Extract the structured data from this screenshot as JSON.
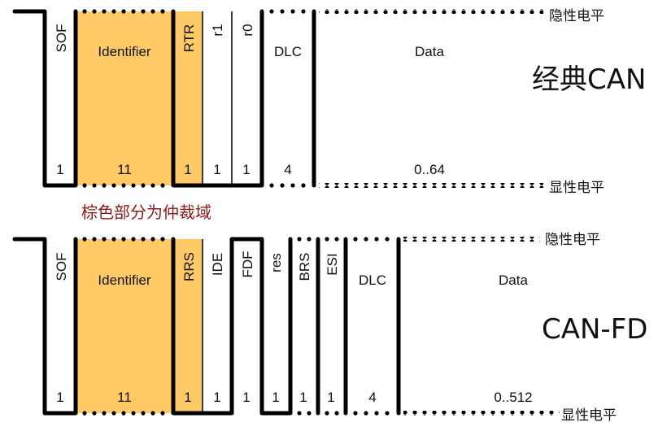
{
  "colors": {
    "arbitration_fill": "#FFC966",
    "line": "#000000",
    "note": "#8B1A1A"
  },
  "levels": {
    "recessive": "隐性电平",
    "dominant": "显性电平"
  },
  "note": "棕色部分为仲裁域",
  "classic_can": {
    "title": "经典CAN",
    "fields": [
      {
        "name": "SOF",
        "bits": "1",
        "vertical": true,
        "arbitration": false
      },
      {
        "name": "Identifier",
        "bits": "11",
        "vertical": false,
        "arbitration": true
      },
      {
        "name": "RTR",
        "bits": "1",
        "vertical": true,
        "arbitration": true
      },
      {
        "name": "r1",
        "bits": "1",
        "vertical": true,
        "arbitration": false
      },
      {
        "name": "r0",
        "bits": "1",
        "vertical": true,
        "arbitration": false
      },
      {
        "name": "DLC",
        "bits": "4",
        "vertical": false,
        "arbitration": false
      },
      {
        "name": "Data",
        "bits": "0..64",
        "vertical": false,
        "arbitration": false
      }
    ]
  },
  "can_fd": {
    "title": "CAN-FD",
    "fields": [
      {
        "name": "SOF",
        "bits": "1",
        "vertical": true,
        "arbitration": false
      },
      {
        "name": "Identifier",
        "bits": "11",
        "vertical": false,
        "arbitration": true
      },
      {
        "name": "RRS",
        "bits": "1",
        "vertical": true,
        "arbitration": true
      },
      {
        "name": "IDE",
        "bits": "1",
        "vertical": true,
        "arbitration": false
      },
      {
        "name": "FDF",
        "bits": "1",
        "vertical": true,
        "arbitration": false
      },
      {
        "name": "res",
        "bits": "1",
        "vertical": true,
        "arbitration": false
      },
      {
        "name": "BRS",
        "bits": "1",
        "vertical": true,
        "arbitration": false
      },
      {
        "name": "ESI",
        "bits": "1",
        "vertical": true,
        "arbitration": false
      },
      {
        "name": "DLC",
        "bits": "4",
        "vertical": false,
        "arbitration": false
      },
      {
        "name": "Data",
        "bits": "0..512",
        "vertical": false,
        "arbitration": false
      }
    ]
  }
}
